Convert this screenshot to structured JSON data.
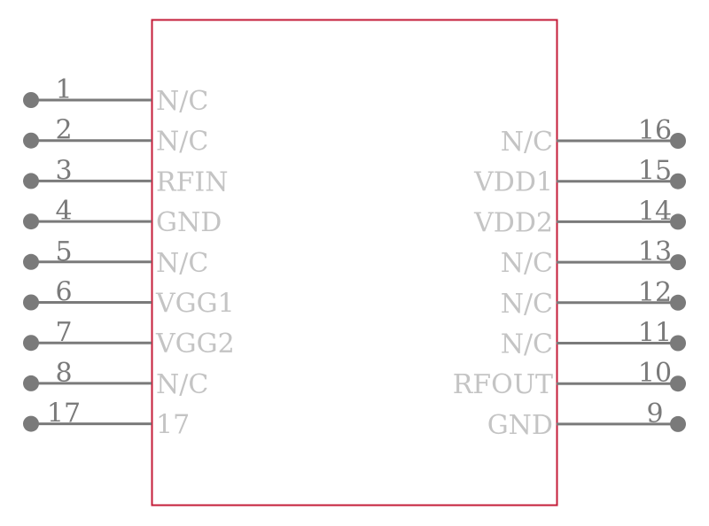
{
  "component": {
    "body_color": "#c41e3a",
    "pin_color": "#7a7a7a",
    "label_color": "#c4c4c4",
    "number_color": "#7a7a7a"
  },
  "left_pins": [
    {
      "number": "1",
      "label": "N/C"
    },
    {
      "number": "2",
      "label": "N/C"
    },
    {
      "number": "3",
      "label": "RFIN"
    },
    {
      "number": "4",
      "label": "GND"
    },
    {
      "number": "5",
      "label": "N/C"
    },
    {
      "number": "6",
      "label": "VGG1"
    },
    {
      "number": "7",
      "label": "VGG2"
    },
    {
      "number": "8",
      "label": "N/C"
    },
    {
      "number": "17",
      "label": "17"
    }
  ],
  "right_pins": [
    {
      "number": "16",
      "label": "N/C"
    },
    {
      "number": "15",
      "label": "VDD1"
    },
    {
      "number": "14",
      "label": "VDD2"
    },
    {
      "number": "13",
      "label": "N/C"
    },
    {
      "number": "12",
      "label": "N/C"
    },
    {
      "number": "11",
      "label": "N/C"
    },
    {
      "number": "10",
      "label": "RFOUT"
    },
    {
      "number": "9",
      "label": "GND"
    }
  ]
}
